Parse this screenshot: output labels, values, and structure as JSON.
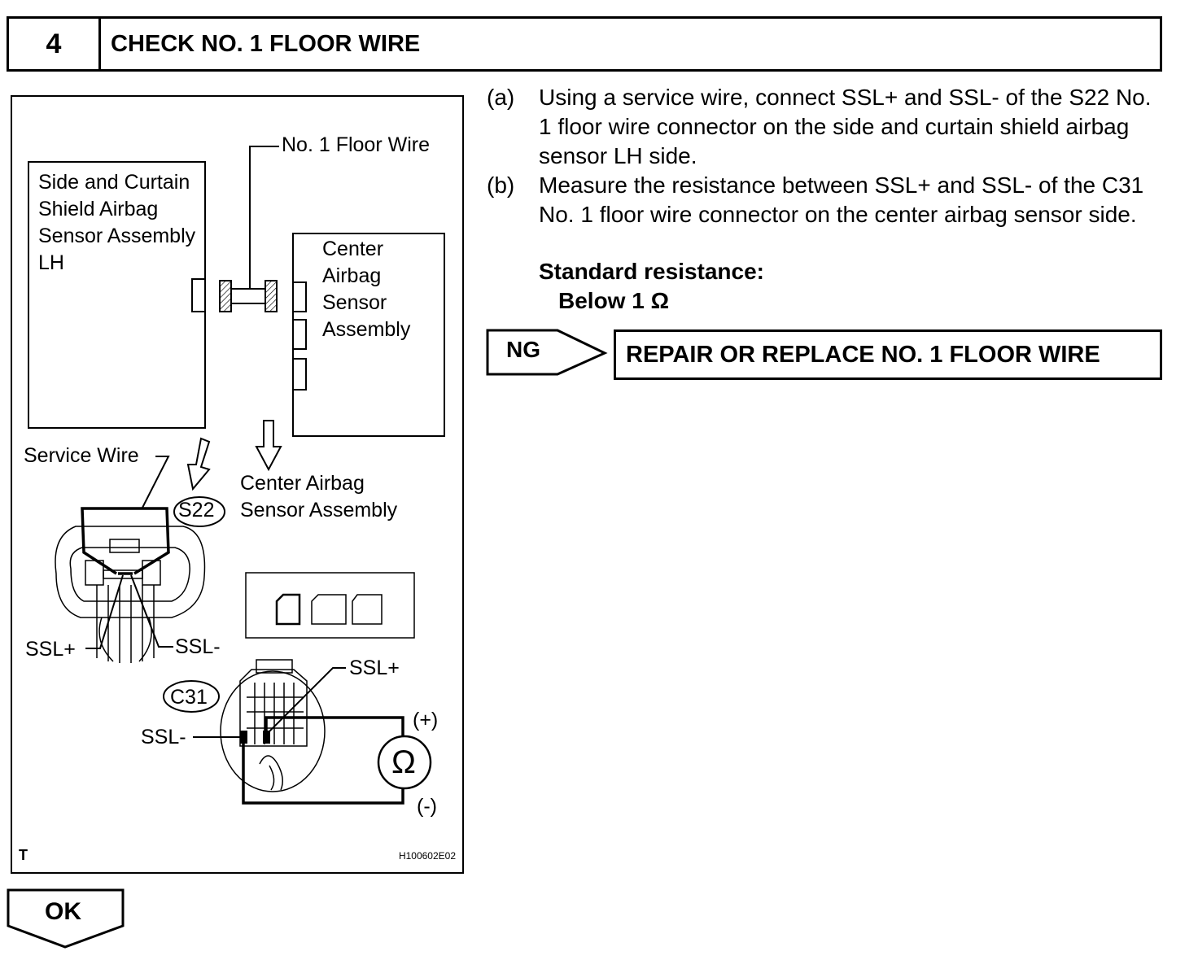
{
  "header": {
    "step_number": "4",
    "title": "CHECK NO. 1 FLOOR WIRE"
  },
  "figure": {
    "floor_wire_label": "No. 1 Floor Wire",
    "side_sensor_label": "Side and Curtain Shield Airbag Sensor Assembly LH",
    "center_sensor_box_label": "Center Airbag Sensor Assembly",
    "service_wire_label": "Service Wire",
    "connector_s22": "S22",
    "center_sensor_label": "Center Airbag Sensor Assembly",
    "ssl_plus_1": "SSL+",
    "ssl_minus_1": "SSL-",
    "connector_c31": "C31",
    "ssl_plus_2": "SSL+",
    "ssl_minus_2": "SSL-",
    "ohm_symbol": "Ω",
    "plus_terminal": "(+)",
    "minus_terminal": "(-)",
    "corner_mark": "T",
    "figure_code": "H100602E02"
  },
  "instructions": {
    "steps": [
      {
        "letter": "(a)",
        "text": "Using a service wire, connect SSL+ and SSL- of the S22 No. 1 floor wire connector on the side and curtain shield airbag sensor LH side."
      },
      {
        "letter": "(b)",
        "text": "Measure the resistance between SSL+ and SSL- of the C31 No. 1 floor wire connector on the center airbag sensor side."
      }
    ],
    "standard_title": "Standard resistance:",
    "standard_value": "Below 1  Ω"
  },
  "ng": {
    "label": "NG",
    "action": "REPAIR OR REPLACE NO. 1 FLOOR WIRE"
  },
  "ok": {
    "label": "OK"
  }
}
